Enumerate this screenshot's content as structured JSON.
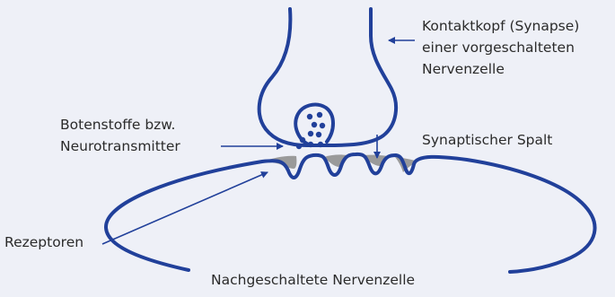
{
  "colors": {
    "background": "#eef0f7",
    "membrane": "#21409a",
    "cleft_fill": "#9a9a9a",
    "text": "#2b2b2b"
  },
  "labels": {
    "presynaptic": [
      "Kontaktkopf (Synapse)",
      "einer vorgeschalteten",
      "Nervenzelle"
    ],
    "neurotransmitter": [
      "Botenstoffe bzw.",
      "Neurotransmitter"
    ],
    "cleft": "Synaptischer Spalt",
    "receptors": "Rezeptoren",
    "postsynaptic": "Nachgeschaltete Nervenzelle"
  }
}
